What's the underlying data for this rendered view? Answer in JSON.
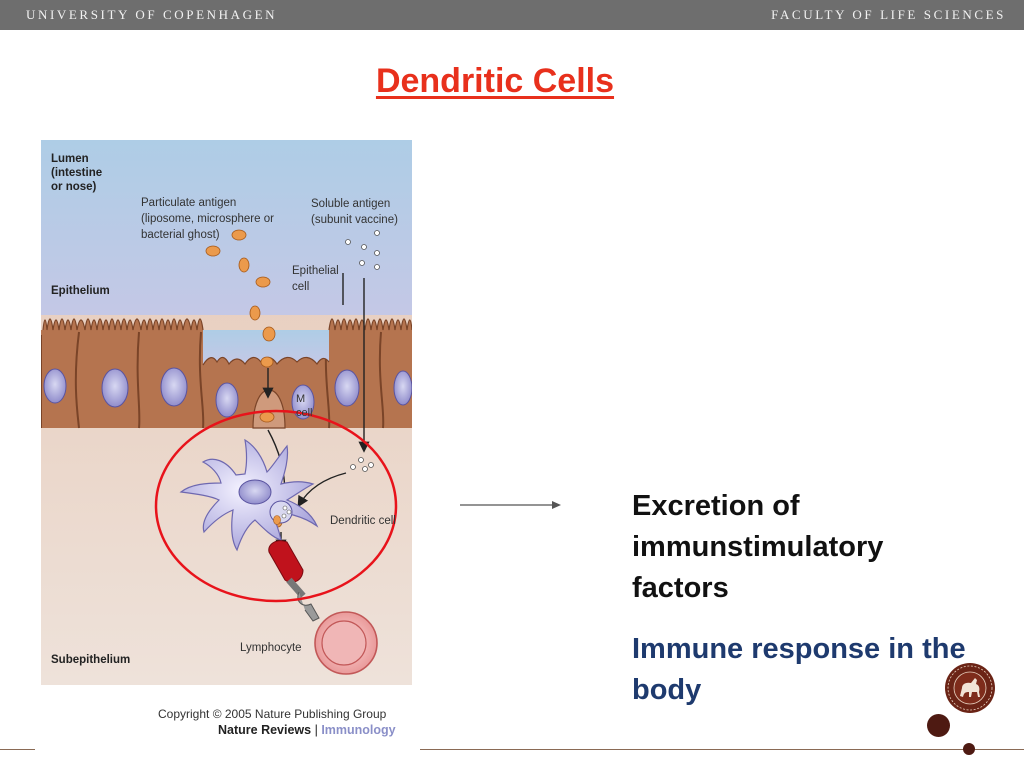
{
  "header": {
    "left": "UNIVERSITY OF COPENHAGEN",
    "right": "FACULTY OF LIFE SCIENCES"
  },
  "slide": {
    "title": "Dendritic Cells",
    "text_excretion": "Excretion of immunstimulatory factors",
    "text_response": "Immune response in the body"
  },
  "figure": {
    "lumen_1": "Lumen",
    "lumen_2": "(intestine",
    "lumen_3": "or nose)",
    "particulate_1": "Particulate antigen",
    "particulate_2": "(liposome, microsphere or",
    "particulate_3": "bacterial ghost)",
    "soluble_1": "Soluble antigen",
    "soluble_2": "(subunit vaccine)",
    "epithelial_1": "Epithelial",
    "epithelial_2": "cell",
    "epithelium": "Epithelium",
    "mcell_1": "M",
    "mcell_2": "cell",
    "dendritic": "Dendritic cell",
    "lymphocyte": "Lymphocyte",
    "subepithelium": "Subepithelium",
    "copyright": "Copyright © 2005 Nature Publishing Group",
    "journal": "Nature Reviews",
    "journal_sep": "|",
    "journal_section": "Immunology"
  },
  "colors": {
    "title": "#e8301c",
    "response_text": "#1e3a6e",
    "header_bar": "#6e6e6e",
    "highlight_circle": "#e8131b",
    "brand_dots": "#4e1a12"
  },
  "icons": {
    "seal": "university-seal-icon",
    "arrow": "right-arrow-icon"
  }
}
